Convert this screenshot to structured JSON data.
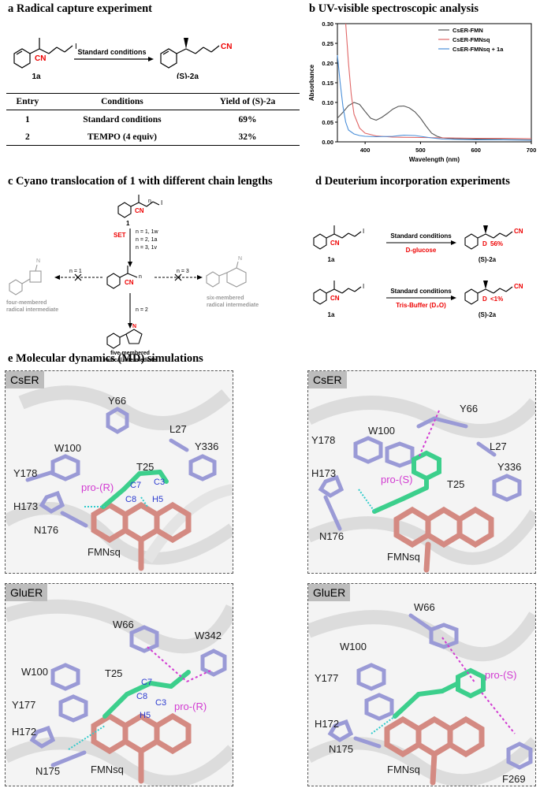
{
  "panels": {
    "a": {
      "title": "a Radical capture experiment",
      "substrate_label": "1a",
      "product_label": "(S)-2a",
      "arrow_label": "Standard conditions",
      "cn": "CN",
      "iodo": "I",
      "table": {
        "headers": [
          "Entry",
          "Conditions",
          "Yield of (S)-2a"
        ],
        "rows": [
          [
            "1",
            "Standard conditions",
            "69%"
          ],
          [
            "2",
            "TEMPO (4 equiv)",
            "32%"
          ]
        ]
      }
    },
    "b": {
      "title": "b UV-visible spectroscopic analysis"
    },
    "c": {
      "title": "c Cyano translocation of 1 with different chain lengths",
      "reagent": "SET",
      "substrate_num": "1",
      "n_options": [
        "n = 1, 1w",
        "n = 2, 1a",
        "n = 3, 1v"
      ],
      "n1": "n = 1",
      "n2": "n = 2",
      "n3": "n = 3",
      "four_label": [
        "four-membered",
        "radical intermediate"
      ],
      "six_label": [
        "six-membered",
        "radical intermediate"
      ],
      "five_label": [
        "five-membered",
        "radical intermediate"
      ],
      "n_sub": "n",
      "cn": "CN",
      "iodo": "I",
      "nitrogen": "N"
    },
    "d": {
      "title": "d Deuterium incorporation experiments",
      "rxn1": {
        "conditions": "Standard conditions",
        "additive": "D-glucose",
        "d_label": "D",
        "incorp": "56%",
        "sub": "1a",
        "prod": "(S)-2a"
      },
      "rxn2": {
        "conditions": "Standard conditions",
        "additive": "Tris-Buffer (D₂O)",
        "d_label": "D",
        "incorp": "<1%",
        "sub": "1a",
        "prod": "(S)-2a"
      },
      "cn": "CN",
      "iodo": "I"
    },
    "e": {
      "title": "e Molecular dynamics (MD) simulations",
      "tl": {
        "tag": "CsER",
        "labels": [
          "Y66",
          "L27",
          "W100",
          "Y336",
          "Y178",
          "T25",
          "C7",
          "C3",
          "pro-(R)",
          "H173",
          "C8",
          "H5",
          "N176",
          "FMNsq"
        ]
      },
      "tr": {
        "tag": "CsER",
        "labels": [
          "Y66",
          "Y178",
          "W100",
          "L27",
          "H173",
          "pro-(S)",
          "T25",
          "Y336",
          "N176",
          "FMNsq"
        ]
      },
      "bl": {
        "tag": "GluER",
        "labels": [
          "W66",
          "W342",
          "W100",
          "T25",
          "C7",
          "C8",
          "C3",
          "Y177",
          "pro-(R)",
          "H5",
          "H172",
          "N175",
          "FMNsq"
        ]
      },
      "br": {
        "tag": "GluER",
        "labels": [
          "W66",
          "W100",
          "Y177",
          "pro-(S)",
          "H172",
          "N175",
          "FMNsq",
          "F269"
        ]
      }
    }
  },
  "chart_data": {
    "type": "line",
    "xlabel": "Wavelength (nm)",
    "ylabel": "Absorbance",
    "xlim": [
      350,
      700
    ],
    "ylim": [
      0,
      0.3
    ],
    "xticks": [
      400,
      500,
      600,
      700
    ],
    "yticks": [
      0.0,
      0.05,
      0.1,
      0.15,
      0.2,
      0.25,
      0.3
    ],
    "legend_position": "top-right",
    "series": [
      {
        "name": "CsER-FMN",
        "color": "#555555",
        "x": [
          350,
          360,
          370,
          380,
          390,
          400,
          410,
          420,
          430,
          440,
          450,
          460,
          470,
          480,
          490,
          500,
          510,
          520,
          530,
          540,
          560,
          600,
          650,
          700
        ],
        "y": [
          0.06,
          0.075,
          0.092,
          0.1,
          0.095,
          0.077,
          0.06,
          0.055,
          0.062,
          0.072,
          0.083,
          0.09,
          0.091,
          0.086,
          0.076,
          0.06,
          0.04,
          0.022,
          0.014,
          0.01,
          0.008,
          0.007,
          0.006,
          0.005
        ]
      },
      {
        "name": "CsER-FMNsq",
        "color": "#e06666",
        "x": [
          365,
          370,
          375,
          380,
          390,
          400,
          420,
          450,
          500,
          550,
          600,
          650,
          700
        ],
        "y": [
          0.3,
          0.2,
          0.12,
          0.07,
          0.035,
          0.022,
          0.015,
          0.012,
          0.011,
          0.01,
          0.009,
          0.009,
          0.008
        ]
      },
      {
        "name": "CsER-FMNsq + 1a",
        "color": "#4a8fd9",
        "x": [
          350,
          355,
          360,
          365,
          370,
          380,
          390,
          400,
          420,
          450,
          470,
          490,
          500,
          520,
          540,
          600,
          650,
          700
        ],
        "y": [
          0.22,
          0.15,
          0.09,
          0.05,
          0.03,
          0.02,
          0.016,
          0.014,
          0.013,
          0.014,
          0.017,
          0.016,
          0.014,
          0.01,
          0.007,
          0.005,
          0.005,
          0.004
        ]
      }
    ]
  }
}
